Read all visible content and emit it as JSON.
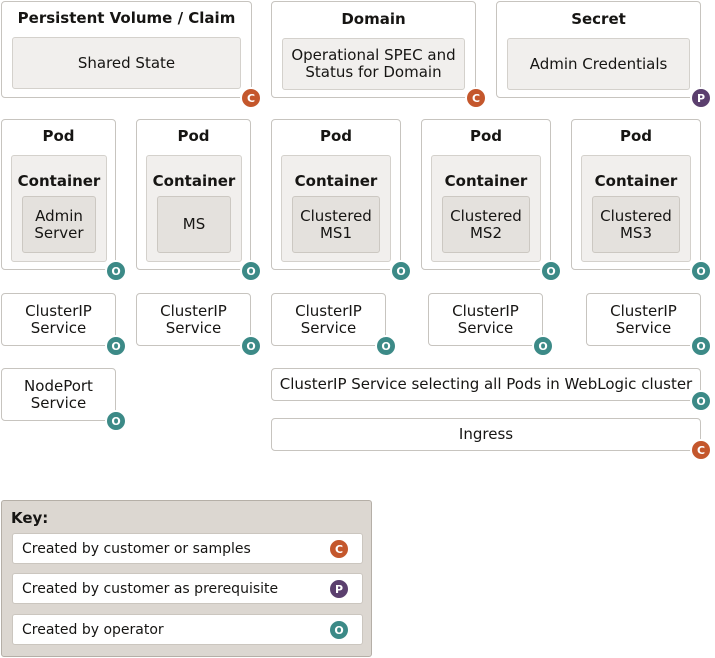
{
  "top": {
    "pv": {
      "title": "Persistent Volume / Claim",
      "inner": "Shared State",
      "badge": "C"
    },
    "domain": {
      "title": "Domain",
      "inner": "Operational SPEC and Status for Domain",
      "badge": "C"
    },
    "secret": {
      "title": "Secret",
      "inner": "Admin Credentials",
      "badge": "P"
    }
  },
  "pods": [
    {
      "title": "Pod",
      "container": "Container",
      "server": "Admin Server",
      "badge": "O"
    },
    {
      "title": "Pod",
      "container": "Container",
      "server": "MS",
      "badge": "O"
    },
    {
      "title": "Pod",
      "container": "Container",
      "server": "Clustered MS1",
      "badge": "O"
    },
    {
      "title": "Pod",
      "container": "Container",
      "server": "Clustered MS2",
      "badge": "O"
    },
    {
      "title": "Pod",
      "container": "Container",
      "server": "Clustered MS3",
      "badge": "O"
    }
  ],
  "services": [
    {
      "label": "ClusterIP Service",
      "badge": "O"
    },
    {
      "label": "ClusterIP Service",
      "badge": "O"
    },
    {
      "label": "ClusterIP Service",
      "badge": "O"
    },
    {
      "label": "ClusterIP Service",
      "badge": "O"
    },
    {
      "label": "ClusterIP Service",
      "badge": "O"
    }
  ],
  "nodeport": {
    "label": "NodePort Service",
    "badge": "O"
  },
  "cluster_service": {
    "label": "ClusterIP Service selecting all Pods in WebLogic cluster",
    "badge": "O"
  },
  "ingress": {
    "label": "Ingress",
    "badge": "C"
  },
  "key": {
    "title": "Key:",
    "rows": [
      {
        "label": "Created by customer or samples",
        "badge": "C"
      },
      {
        "label": "Created by customer as prerequisite",
        "badge": "P"
      },
      {
        "label": "Created by operator",
        "badge": "O"
      }
    ]
  },
  "colors": {
    "customer": "#c4572c",
    "prerequisite": "#5b3f6e",
    "operator": "#3c8a87"
  }
}
